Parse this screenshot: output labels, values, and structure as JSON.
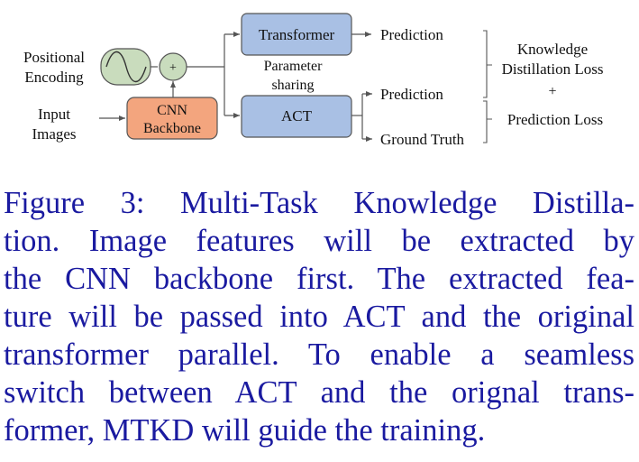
{
  "diagram": {
    "positional_encoding": [
      "Positional",
      "Encoding"
    ],
    "input_images": [
      "Input",
      "Images"
    ],
    "plus_symbol": "+",
    "cnn_backbone": [
      "CNN",
      "Backbone"
    ],
    "transformer": "Transformer",
    "act": "ACT",
    "parameter_sharing": [
      "Parameter",
      "sharing"
    ],
    "prediction_top": "Prediction",
    "prediction_mid": "Prediction",
    "ground_truth": "Ground Truth",
    "kd_loss": [
      "Knowledge",
      "Distillation Loss"
    ],
    "plus_between_losses": "+",
    "prediction_loss": "Prediction Loss",
    "colors": {
      "cnn_fill": "#f3a57e",
      "block_fill": "#a9c0e4",
      "encoding_fill": "#c9dcbd",
      "stroke": "#555555"
    }
  },
  "caption": {
    "lines": [
      "Figure 3:  Multi-Task Knowledge Distilla-",
      "tion.  Image features will be extracted by",
      "the CNN backbone first. The extracted fea-",
      "ture will be passed into ACT and the original",
      "transformer parallel.  To enable a seamless",
      "switch between ACT and the orignal trans-",
      "former, MTKD will guide the training."
    ]
  }
}
